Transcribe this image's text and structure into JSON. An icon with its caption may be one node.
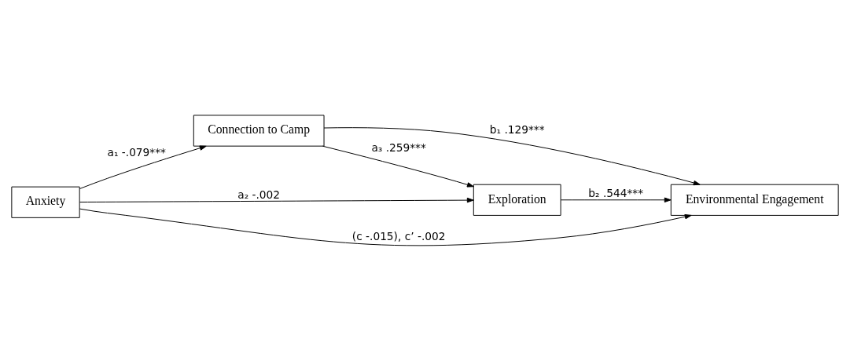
{
  "diagram": {
    "nodes": [
      {
        "text": [
          "Connection to Camp"
        ]
      },
      {
        "text": [
          "Exploration"
        ]
      },
      {
        "text": [
          "Anxiety"
        ]
      },
      {
        "text": [
          "Environmental Engagement"
        ]
      }
    ],
    "edges": [
      {
        "from": 0,
        "to": 1,
        "arrow": "to",
        "label": "a₃ .259***"
      },
      {
        "from": 2,
        "to": 0,
        "arrow": "to",
        "label": "a₁ -.079***"
      },
      {
        "from": 2,
        "to": 1,
        "arrow": "to",
        "label": "a₂ -.002"
      },
      {
        "from": 0,
        "to": 3,
        "arrow": "to",
        "label": "b₁ .129***"
      },
      {
        "from": 1,
        "to": 3,
        "arrow": "to",
        "label": "b₂ .544***"
      },
      {
        "from": 2,
        "to": 3,
        "arrow": "to",
        "label": "(c -.015), c’ -.002"
      }
    ]
  }
}
